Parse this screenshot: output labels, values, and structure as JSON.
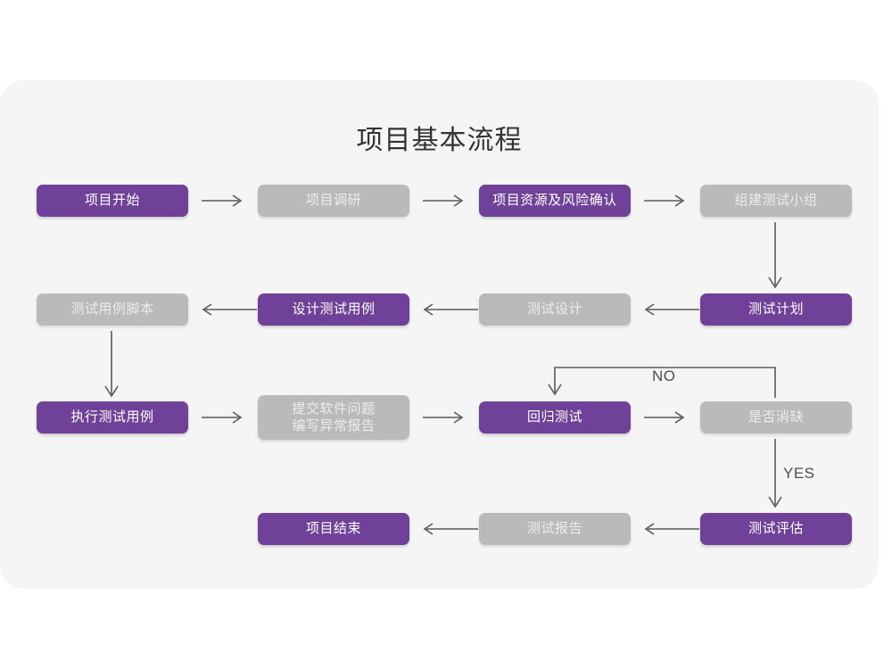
{
  "page": {
    "background": "#ffffff",
    "card_background": "#f5f5f5",
    "accent_purple": "#6f4199",
    "accent_gray": "#bababa",
    "connector_color": "#5a5a5a",
    "title": "项目基本流程"
  },
  "diagram": {
    "type": "flowchart",
    "rows": [
      {
        "index": 1,
        "direction": "left-to-right",
        "nodes": [
          {
            "id": "n1",
            "label": "项目开始",
            "style": "purple"
          },
          {
            "id": "n2",
            "label": "项目调研",
            "style": "gray"
          },
          {
            "id": "n3",
            "label": "项目资源及风险确认",
            "style": "purple"
          },
          {
            "id": "n4",
            "label": "组建测试小组",
            "style": "gray"
          }
        ]
      },
      {
        "index": 2,
        "direction": "right-to-left",
        "nodes": [
          {
            "id": "n8",
            "label": "测试用例脚本",
            "style": "gray"
          },
          {
            "id": "n7",
            "label": "设计测试用例",
            "style": "purple"
          },
          {
            "id": "n6",
            "label": "测试设计",
            "style": "gray"
          },
          {
            "id": "n5",
            "label": "测试计划",
            "style": "purple"
          }
        ]
      },
      {
        "index": 3,
        "direction": "left-to-right",
        "nodes": [
          {
            "id": "n9",
            "label": "执行测试用例",
            "style": "purple"
          },
          {
            "id": "n10",
            "label": "提交软件问题\n编写异常报告",
            "style": "gray"
          },
          {
            "id": "n11",
            "label": "回归测试",
            "style": "purple"
          },
          {
            "id": "n12",
            "label": "是否消缺",
            "style": "gray"
          }
        ]
      },
      {
        "index": 4,
        "direction": "right-to-left",
        "nodes": [
          {
            "id": "n15",
            "label": "项目结束",
            "style": "purple"
          },
          {
            "id": "n14",
            "label": "测试报告",
            "style": "gray"
          },
          {
            "id": "n13",
            "label": "测试评估",
            "style": "purple"
          }
        ]
      }
    ],
    "edge_labels": [
      {
        "id": "no",
        "text": "NO"
      },
      {
        "id": "yes",
        "text": "YES"
      }
    ]
  }
}
